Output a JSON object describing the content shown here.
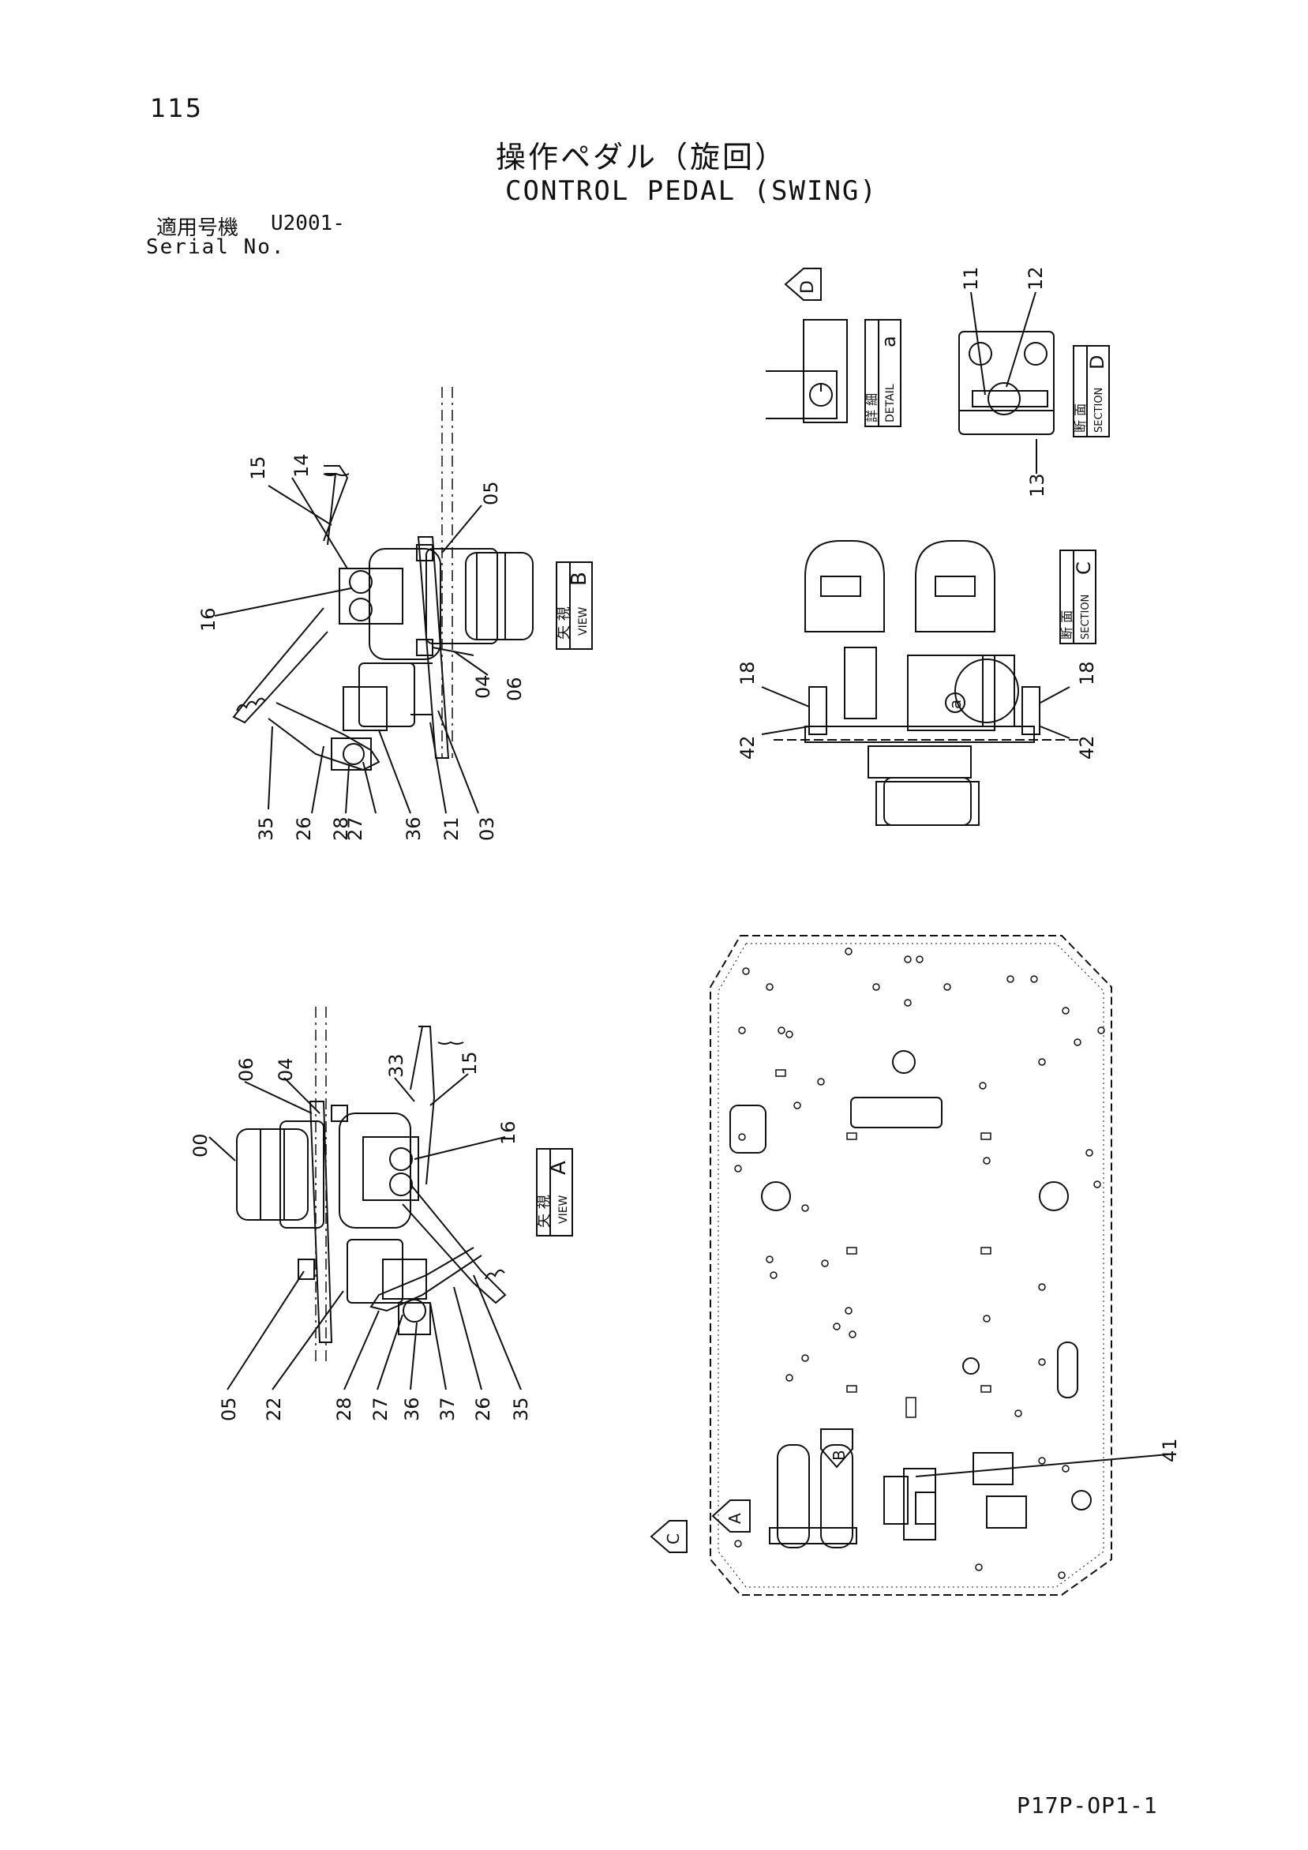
{
  "page": {
    "number": "115",
    "title_jp": "操作ペダル（旋回）",
    "title_en": "CONTROL PEDAL (SWING)",
    "serial_label_jp": "適用号機",
    "serial_value": "U2001-",
    "serial_label_en": "Serial No.",
    "drawing_code": "P17P-OP1-1"
  },
  "views": {
    "view_b": {
      "jp": "矢 視",
      "en": "VIEW",
      "letter": "B"
    },
    "view_a": {
      "jp": "矢 視",
      "en": "VIEW",
      "letter": "A"
    },
    "section_c": {
      "jp": "断 面",
      "en": "SECTION",
      "letter": "C"
    },
    "section_d": {
      "jp": "断 面",
      "en": "SECTION",
      "letter": "D"
    },
    "detail_a": {
      "jp": "詳 細",
      "en": "DETAIL",
      "letter": "a"
    }
  },
  "markers": {
    "a": "A",
    "b": "B",
    "c": "C",
    "d": "D",
    "a_small": "a"
  },
  "callouts": {
    "view_b": [
      "15",
      "14",
      "05",
      "16",
      "04",
      "06",
      "35",
      "26",
      "28",
      "27",
      "36",
      "21",
      "03"
    ],
    "view_a": [
      "06",
      "04",
      "33",
      "15",
      "00",
      "16",
      "05",
      "22",
      "28",
      "27",
      "36",
      "37",
      "26",
      "35"
    ],
    "section_d": [
      "11",
      "12",
      "13"
    ],
    "section_c": [
      "18",
      "42",
      "18",
      "42"
    ],
    "plan": [
      "41"
    ]
  }
}
